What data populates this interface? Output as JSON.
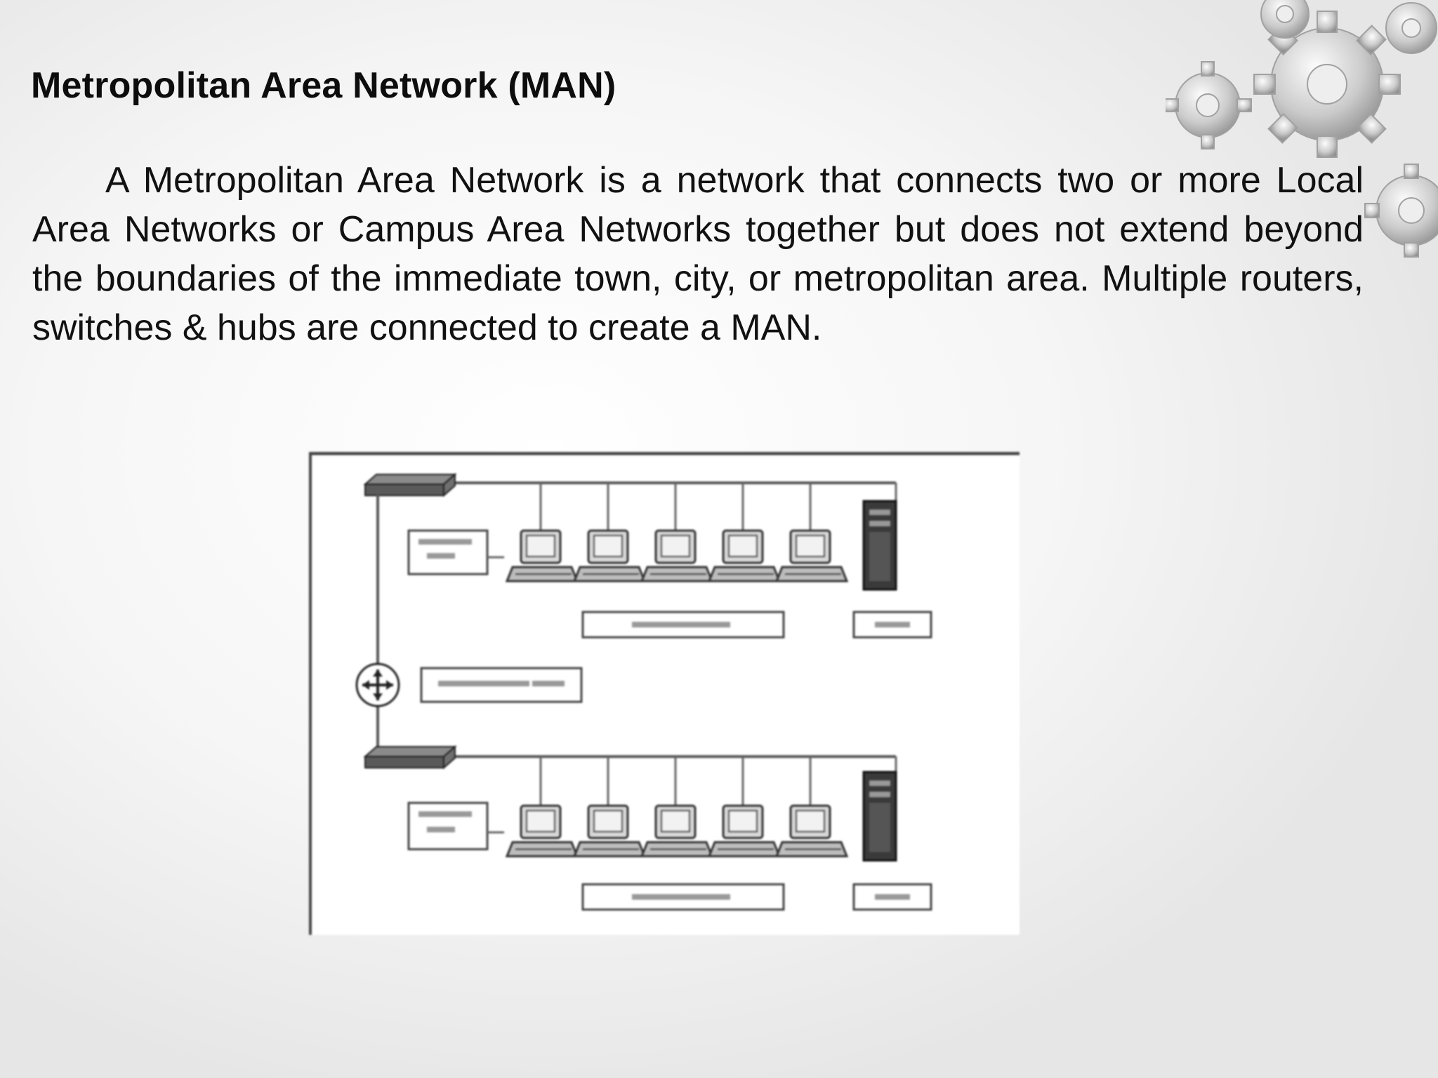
{
  "slide": {
    "title": "Metropolitan Area Network (MAN)",
    "body": "A Metropolitan Area Network is a network that connects two or more Local Area  Networks or Campus Area Networks together but does not extend beyond the boundaries  of the immediate town, city, or metropolitan area. Multiple routers, switches & hubs are  connected to create a MAN."
  },
  "diagram": {
    "lans": 2,
    "workstations_per_lan": 5,
    "icons": [
      "hub-icon",
      "workstation-icon",
      "server-icon",
      "router-icon"
    ]
  },
  "colors": {
    "text": "#111111",
    "diagram_line": "#555555",
    "background": "#f4f4f4"
  }
}
